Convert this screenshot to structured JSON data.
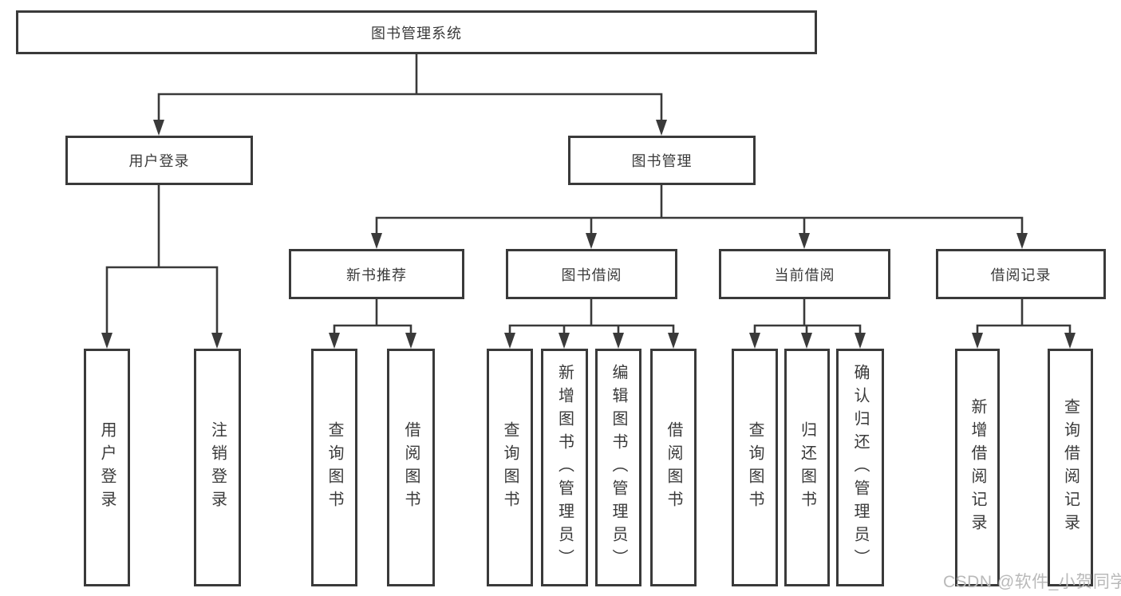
{
  "diagram_title": "图书管理系统",
  "tree": {
    "label": "图书管理系统",
    "children": [
      {
        "label": "用户登录",
        "children": [
          {
            "label": "用户登录"
          },
          {
            "label": "注销登录"
          }
        ]
      },
      {
        "label": "图书管理",
        "children": [
          {
            "label": "新书推荐",
            "children": [
              {
                "label": "查询图书"
              },
              {
                "label": "借阅图书"
              }
            ]
          },
          {
            "label": "图书借阅",
            "children": [
              {
                "label": "查询图书"
              },
              {
                "label": "新增图书（管理员）"
              },
              {
                "label": "编辑图书（管理员）"
              },
              {
                "label": "借阅图书"
              }
            ]
          },
          {
            "label": "当前借阅",
            "children": [
              {
                "label": "查询图书"
              },
              {
                "label": "归还图书"
              },
              {
                "label": "确认归还（管理员）"
              }
            ]
          },
          {
            "label": "借阅记录",
            "children": [
              {
                "label": "新增借阅记录"
              },
              {
                "label": "查询借阅记录"
              }
            ]
          }
        ]
      }
    ]
  },
  "watermark": {
    "text": "CSDN @软件_小贺同学"
  },
  "colors": {
    "line": "#3a3a3a",
    "text": "#3a3a3a",
    "watermark": "#b9b9b9",
    "background": "#ffffff"
  }
}
